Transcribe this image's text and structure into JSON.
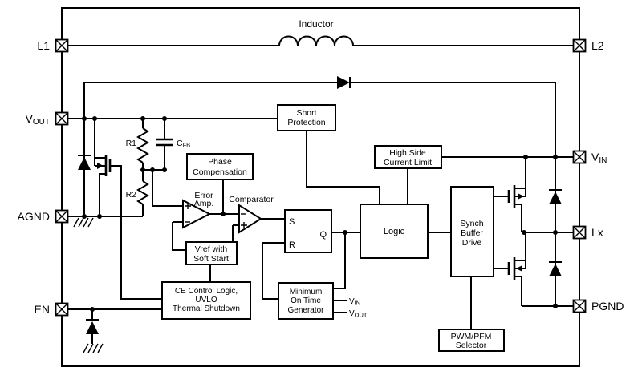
{
  "misc": {
    "inductor": "Inductor"
  },
  "pins": {
    "l1": {
      "text": "L1"
    },
    "vout": {
      "main": "V",
      "sub": "OUT"
    },
    "agnd": {
      "text": "AGND"
    },
    "en": {
      "text": "EN"
    },
    "l2": {
      "text": "L2"
    },
    "vin": {
      "main": "V",
      "sub": "IN"
    },
    "lx": {
      "text": "Lx"
    },
    "pgnd": {
      "text": "PGND"
    }
  },
  "blocks": {
    "short_protection": {
      "line1": "Short",
      "line2": "Protection"
    },
    "high_side_current_limit": {
      "line1": "High Side",
      "line2": "Current Limit"
    },
    "phase_compensation": {
      "line1": "Phase",
      "line2": "Compensation"
    },
    "vref_soft_start": {
      "line1": "Vref with",
      "line2": "Soft Start"
    },
    "ce_control": {
      "line1": "CE Control Logic,",
      "line2": "UVLO",
      "line3": "Thermal Shutdown"
    },
    "min_on_time": {
      "line1": "Minimum",
      "line2": "On Time",
      "line3": "Generator"
    },
    "logic": {
      "line1": "Logic"
    },
    "synch_buffer_drive": {
      "line1": "Synch",
      "line2": "Buffer",
      "line3": "Drive"
    },
    "pwm_pfm": {
      "line1": "PWM/PFM",
      "line2": "Selector"
    }
  },
  "amplifiers": {
    "error_amp_line1": "Error",
    "error_amp_line2": "Amp.",
    "comparator": "Comparator"
  },
  "latch": {
    "s": "S",
    "r": "R",
    "q": "Q"
  },
  "passives": {
    "r1": "R1",
    "r2": "R2",
    "cfb_main": "C",
    "cfb_sub": "FB"
  },
  "min_gen_inputs": {
    "vin_main": "V",
    "vin_sub": "IN",
    "vout_main": "V",
    "vout_sub": "OUT"
  },
  "colors": {
    "background": "#ffffff",
    "line": "#000000",
    "box_fill": "#ffffff"
  }
}
